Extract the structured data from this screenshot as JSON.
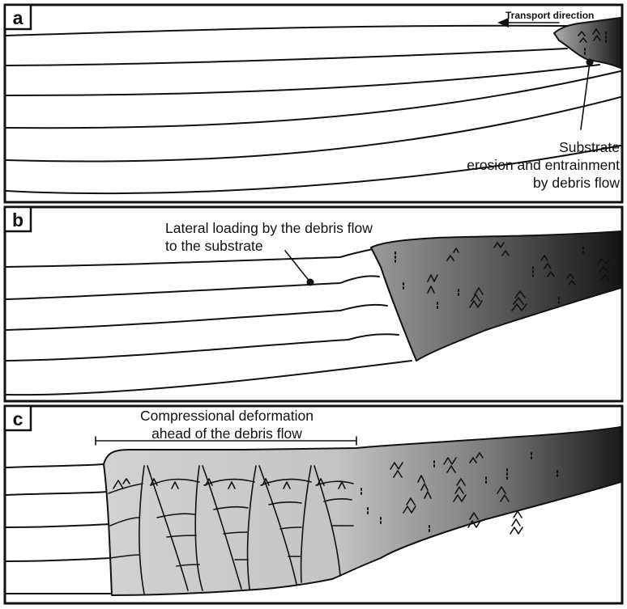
{
  "panels": [
    {
      "label": "a",
      "annotations": {
        "transport": "Transport direction",
        "substrate_line1": "Substrate",
        "substrate_line2": "erosion and entrainment",
        "substrate_line3": "by debris flow"
      }
    },
    {
      "label": "b",
      "annotations": {
        "loading_line1": "Lateral loading by the debris flow",
        "loading_line2": "to the substrate"
      }
    },
    {
      "label": "c",
      "annotations": {
        "compression_line1": "Compressional deformation",
        "compression_line2": "ahead of the debris flow"
      }
    }
  ],
  "colors": {
    "debris_dark": "#1a1a1a",
    "debris_mid": "#8a8a8a",
    "deformed_zone": "#d2d2d2",
    "line": "#111111"
  }
}
